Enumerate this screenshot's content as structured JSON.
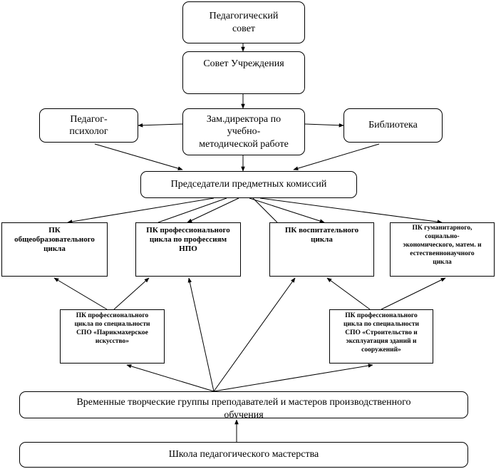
{
  "diagram": {
    "nodes": {
      "ped_sovet": "Педагогический\nсовет",
      "sovet_uch": "Совет Учреждения",
      "zam": "Зам.директора по\nучебно-\nметодической работе",
      "psych": "Педагог-\nпсихолог",
      "lib": "Библиотека",
      "pred": "Председатели предметных комиссий",
      "pk1": "ПК\nобщеобразовательного\nцикла",
      "pk2": "ПК профессионального\nцикла по профессиям\nНПО",
      "pk3": "ПК воспитательного\nцикла",
      "pk4": "ПК гуманитарного,\nсоциально-\nэкономического, матем. и\nестественнонаучного\nцикла",
      "pk5": "ПК профессионального\nцикла по специальности\nСПО «Парикмахерское\nискусство»",
      "pk6": "ПК профессионального\nцикла по специальности\nСПО «Строительство и\nэксплуатация зданий и\nсооружений»",
      "groups": "Временные творческие группы преподавателей и  мастеров производственного\nобучения",
      "school": "Школа педагогического мастерства"
    },
    "edges": [
      {
        "from": "ped_sovet",
        "to": "sovet_uch"
      },
      {
        "from": "sovet_uch",
        "to": "zam"
      },
      {
        "from": "zam",
        "to": "psych"
      },
      {
        "from": "zam",
        "to": "lib"
      },
      {
        "from": "psych",
        "to": "pred"
      },
      {
        "from": "lib",
        "to": "pred"
      },
      {
        "from": "zam",
        "to": "pred"
      },
      {
        "from": "pred",
        "to": "pk1"
      },
      {
        "from": "pred",
        "to": "pk2"
      },
      {
        "from": "pred",
        "to": "pk3"
      },
      {
        "from": "pred",
        "to": "pk4"
      },
      {
        "from": "pk5",
        "to": "pk1"
      },
      {
        "from": "pk5",
        "to": "pk2"
      },
      {
        "from": "pk6",
        "to": "pk3"
      },
      {
        "from": "pk6",
        "to": "pk4"
      },
      {
        "from": "groups",
        "to": "pk5"
      },
      {
        "from": "groups",
        "to": "pk2"
      },
      {
        "from": "groups",
        "to": "pk3"
      },
      {
        "from": "groups",
        "to": "pk6"
      },
      {
        "from": "school",
        "to": "groups"
      }
    ]
  }
}
